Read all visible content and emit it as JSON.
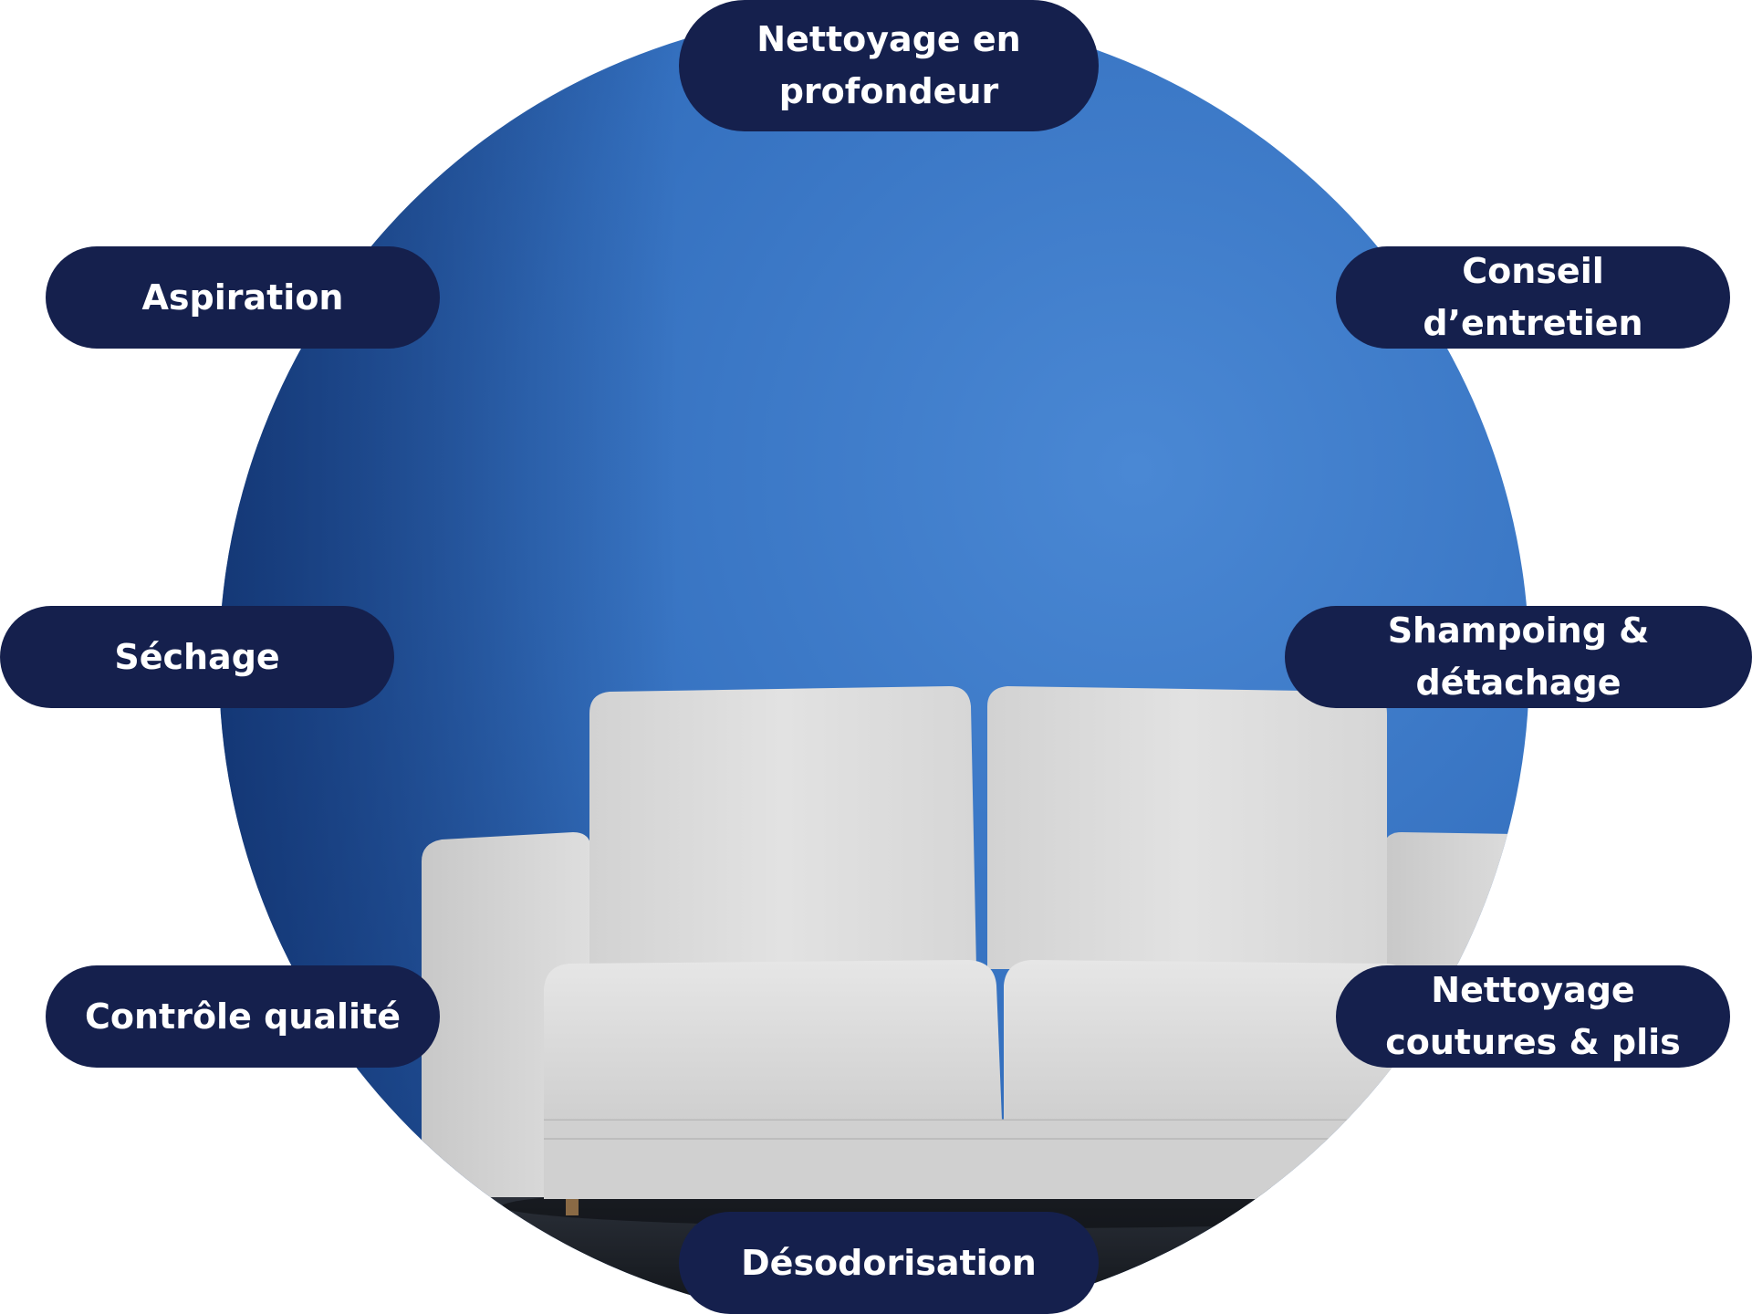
{
  "diagram": {
    "colors": {
      "circle_blue": "#3a74c2",
      "pill_navy": "#15204d",
      "pill_text": "#ffffff",
      "sofa_grey": "#d9d9d9"
    },
    "center_image": {
      "icon": "grey-sofa-photo"
    },
    "steps": {
      "top": "Nettoyage en\nprofondeur",
      "aspiration": "Aspiration",
      "conseil": "Conseil\nd’entretien",
      "sechage": "Séchage",
      "shampoing": "Shampoing &\ndétachage",
      "controle": "Contrôle qualité",
      "coutures": "Nettoyage\ncoutures & plis",
      "desodorisation": "Désodorisation"
    }
  }
}
